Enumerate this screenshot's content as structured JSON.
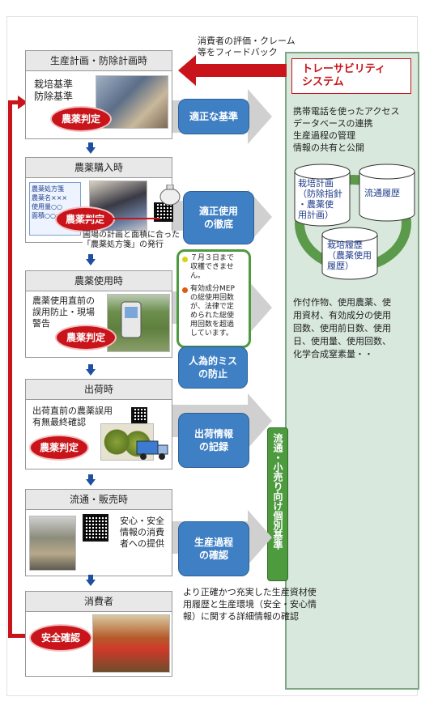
{
  "feedback": {
    "text": "消費者の評価・クレーム\n等をフィードバック"
  },
  "system": {
    "title": "トレーサビリティ\nシステム",
    "bullets": [
      "携帯電話を使ったアクセス",
      "データベースの連携",
      "生産過程の管理",
      "情報の共有と公開"
    ],
    "cylinders": {
      "plan": "栽培計画\n（防除指針\n・農薬使\n用計画）",
      "distribution": "流通履歴",
      "history": "栽培履歴\n（農薬使用\n履歴）"
    },
    "details": "作付作物、使用農薬、使\n用資材、有効成分の使用\n回数、使用前日数、使用\n日、使用量、使用回数、\n化学合成窒素量・・",
    "vertical_label": "流通・小売り向け個別基準"
  },
  "stages": [
    {
      "title": "生産計画・防除計画時",
      "text": "栽培基準\n防除基準",
      "badge": "農薬判定"
    },
    {
      "title": "農薬購入時",
      "text": "農薬処方箋\n農薬名×××\n使用量○○\n面積○○a",
      "badge": "農薬判定"
    },
    {
      "title": "農薬使用時",
      "text": "農薬使用直前の\n誤用防止・現場\n警告",
      "badge": "農薬判定"
    },
    {
      "title": "出荷時",
      "text": "出荷直前の農薬誤用\n有無最終確認",
      "badge": "農薬判定"
    },
    {
      "title": "流通・販売時",
      "text": "安心・安全\n情報の消費\n者への提供",
      "badge": ""
    },
    {
      "title": "消費者",
      "text": "",
      "badge": "安全確認"
    }
  ],
  "purchase_note": "圃場の計画と面積に合った\n「農薬処方箋」の発行",
  "phone_warning": {
    "msg1": "７月３日まで\n収穫できませ\nん。",
    "msg2": "有効成分MEP\nの総使用回数\nが、法律で定\nめられた総使\n用回数を超過\nしています。"
  },
  "blue_labels": [
    "適正な基準",
    "適正使用\nの徹底",
    "人為的ミス\nの防止",
    "出荷情報\nの記録",
    "生産過程\nの確認"
  ],
  "bottom_note": "より正確かつ充実した生産資材使\n用履歴と生産環境（安全・安心情\n報）に関する詳細情報の確認",
  "colors": {
    "red": "#c8141a",
    "blue": "#3f80c5",
    "green": "#5a9a4a",
    "panel": "#d8e8dc",
    "arrow_blue": "#1e4fa0"
  }
}
